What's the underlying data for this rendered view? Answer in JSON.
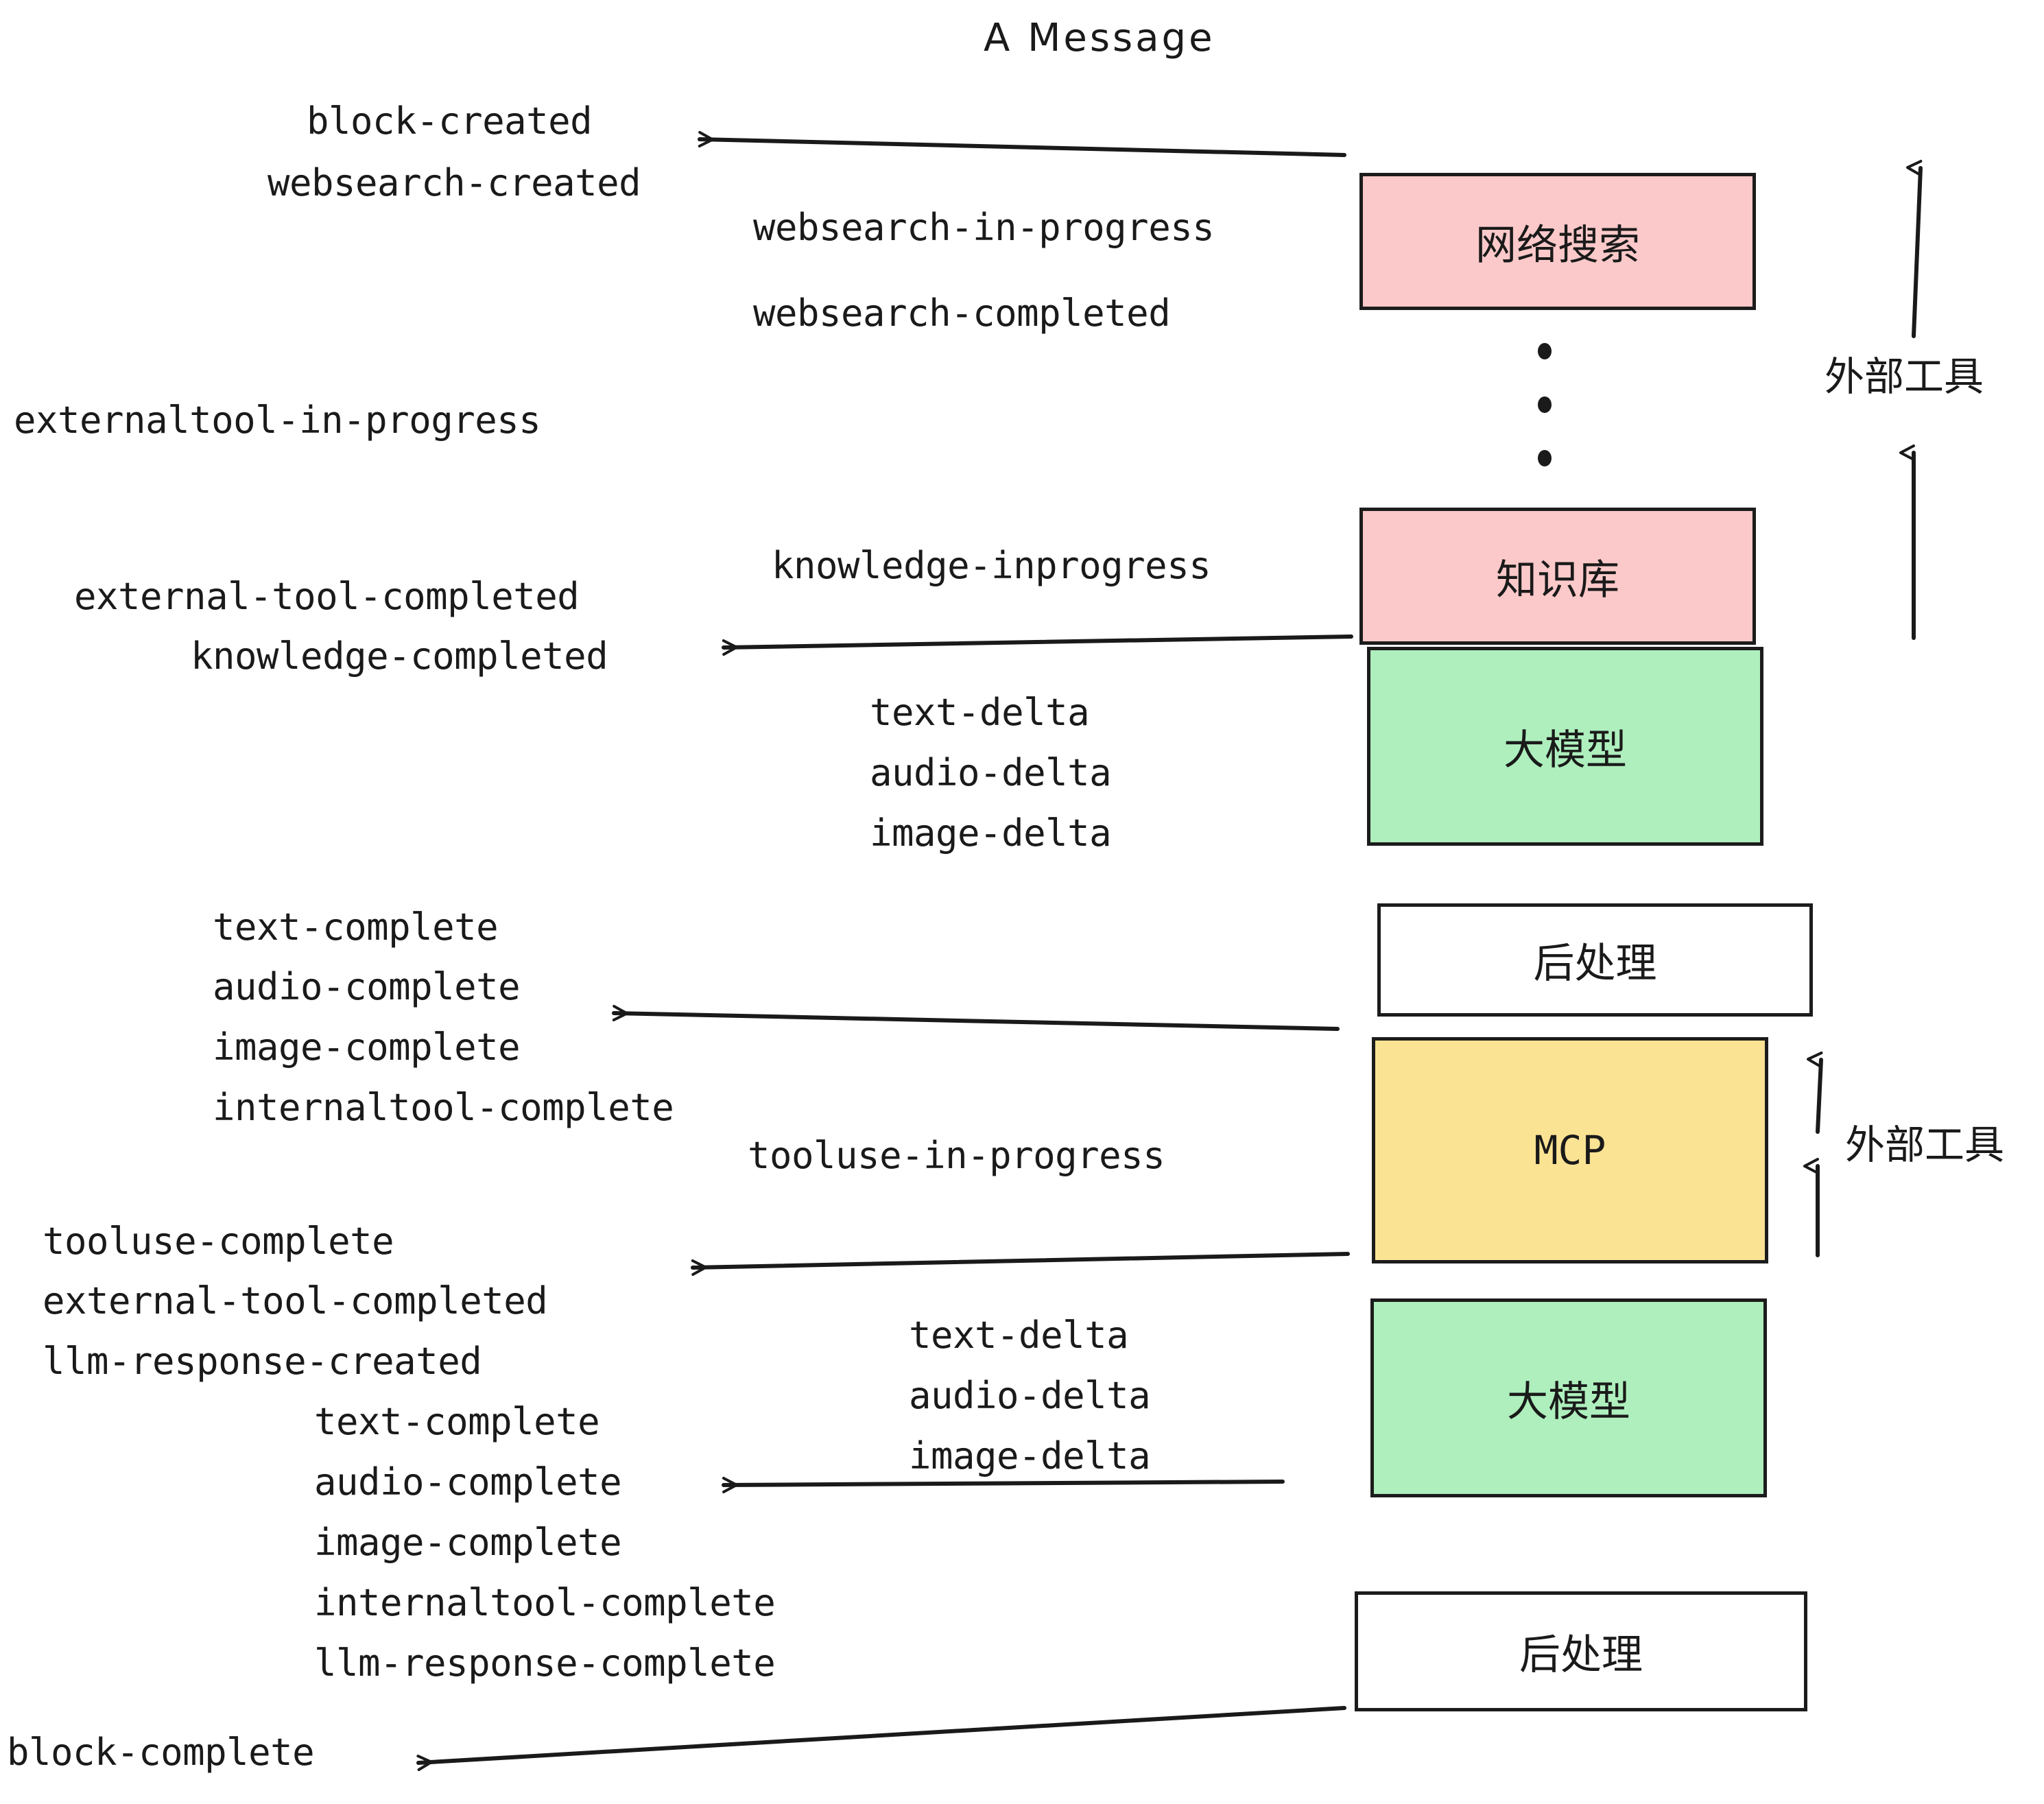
{
  "diagram": {
    "title": "A Message",
    "type": "event-stream-flow",
    "colors": {
      "pink": "#FBC9C9",
      "green": "#AEEFBD",
      "yellow": "#FBE394",
      "white": "#FFFFFF",
      "stroke": "#1C1C1C",
      "text": "#1A1A1A",
      "background": "#FFFFFF"
    },
    "boxes": [
      {
        "id": "websearch",
        "label": "网络搜索",
        "fill": "pink"
      },
      {
        "id": "knowledge",
        "label": "知识库",
        "fill": "pink"
      },
      {
        "id": "llm-1",
        "label": "大模型",
        "fill": "green"
      },
      {
        "id": "postprocess-1",
        "label": "后处理",
        "fill": "white"
      },
      {
        "id": "mcp",
        "label": "MCP",
        "fill": "yellow"
      },
      {
        "id": "llm-2",
        "label": "大模型",
        "fill": "green"
      },
      {
        "id": "postprocess-2",
        "label": "后处理",
        "fill": "white"
      }
    ],
    "side_labels": [
      {
        "id": "external-tools-top",
        "label": "外部工具"
      },
      {
        "id": "external-tools-bottom",
        "label": "外部工具"
      }
    ],
    "events": {
      "block_created": "block-created",
      "websearch_created": "websearch-created",
      "websearch_in_progress": "websearch-in-progress",
      "websearch_completed": "websearch-completed",
      "externaltool_in_progress": "externaltool-in-progress",
      "knowledge_inprogress": "knowledge-inprogress",
      "external_tool_completed": "external-tool-completed",
      "knowledge_completed": "knowledge-completed",
      "text_delta_1": "text-delta",
      "audio_delta_1": "audio-delta",
      "image_delta_1": "image-delta",
      "text_complete_1": "text-complete",
      "audio_complete_1": "audio-complete",
      "image_complete_1": "image-complete",
      "internaltool_complete_1": "internaltool-complete",
      "tooluse_in_progress": "tooluse-in-progress",
      "tooluse_complete": "tooluse-complete",
      "external_tool_completed_2": "external-tool-completed",
      "llm_response_created": "llm-response-created",
      "text_delta_2": "text-delta",
      "audio_delta_2": "audio-delta",
      "image_delta_2": "image-delta",
      "text_complete_2": "text-complete",
      "audio_complete_2": "audio-complete",
      "image_complete_2": "image-complete",
      "internaltool_complete_2": "internaltool-complete",
      "llm_response_complete": "llm-response-complete",
      "block_complete": "block-complete"
    }
  }
}
